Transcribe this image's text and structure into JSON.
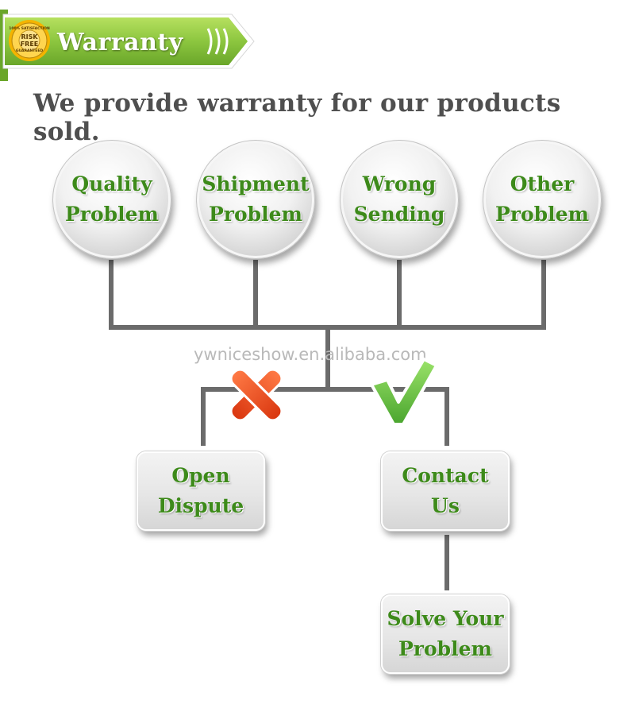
{
  "header": {
    "title": "Warranty",
    "seal": {
      "top_text": "100% SATISFACTION",
      "mid_text_1": "RISK",
      "mid_text_2": "FREE",
      "bottom_text": "GUARANTEED"
    }
  },
  "headline": "We provide warranty for our products sold.",
  "problems": [
    {
      "line1": "Quality",
      "line2": "Problem"
    },
    {
      "line1": "Shipment",
      "line2": "Problem"
    },
    {
      "line1": "Wrong",
      "line2": "Sending"
    },
    {
      "line1": "Other",
      "line2": "Problem"
    }
  ],
  "outcomes": {
    "reject": {
      "line1": "Open",
      "line2": "Dispute"
    },
    "accept": {
      "line1": "Contact",
      "line2": "Us"
    },
    "result": {
      "line1": "Solve Your",
      "line2": "Problem"
    }
  },
  "watermark": "ywniceshow.en.alibaba.com",
  "colors": {
    "banner_green": "#8cc63f",
    "label_green": "#3d8a1a",
    "connector_gray": "#6b6b6b",
    "cross_red": "#e8471b",
    "check_green": "#6cc24a"
  }
}
